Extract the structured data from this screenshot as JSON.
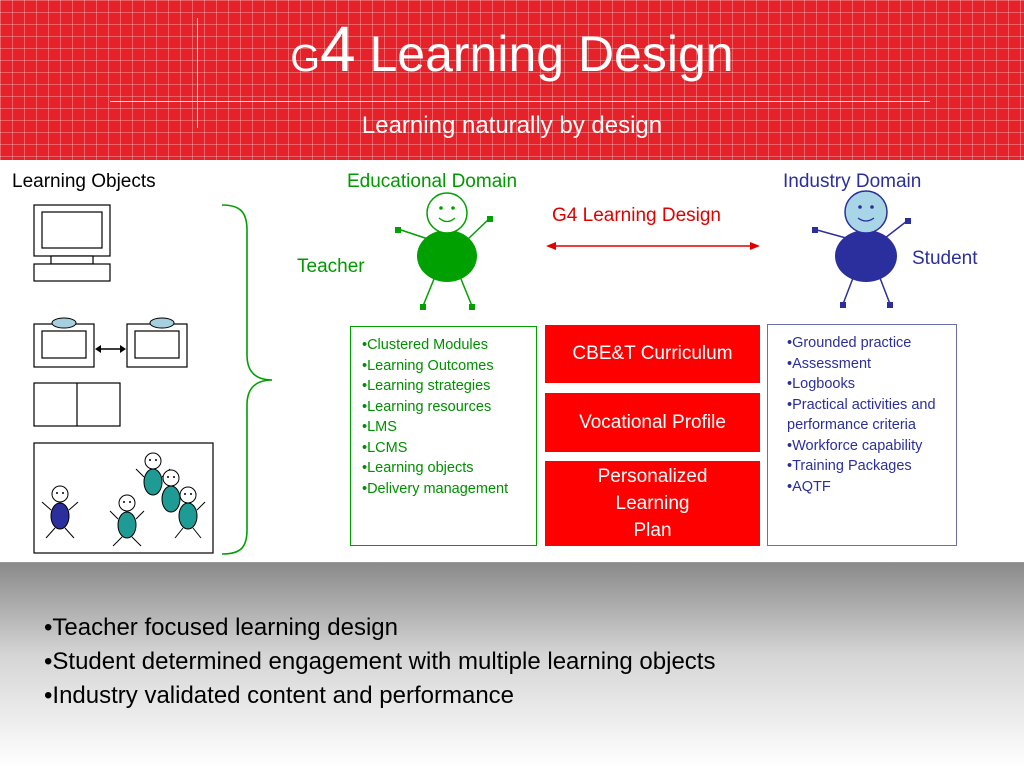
{
  "header": {
    "title_g": "G",
    "title_4": "4",
    "title_rest": " Learning Design",
    "subtitle": "Learning naturally by design"
  },
  "diagram": {
    "learning_objects_label": "Learning Objects",
    "educational_domain_label": "Educational Domain",
    "industry_domain_label": "Industry Domain",
    "g4_label": "G4 Learning Design",
    "teacher_label": "Teacher",
    "student_label": "Student",
    "educational_items": [
      "•Clustered Modules",
      "•Learning Outcomes",
      "•Learning strategies",
      "•Learning resources",
      "•LMS",
      "•LCMS",
      "•Learning objects",
      "•Delivery management"
    ],
    "center_boxes": [
      "CBE&T Curriculum",
      "Vocational Profile",
      "Personalized Learning Plan"
    ],
    "industry_items": [
      "•Grounded practice",
      "•Assessment",
      "•Logbooks",
      "•Practical activities and performance criteria",
      "•Workforce capability",
      "•Training Packages",
      "•AQTF"
    ]
  },
  "bullets": [
    "•Teacher focused learning design",
    "•Student determined engagement with multiple learning objects",
    "•Industry validated content and performance"
  ],
  "colors": {
    "header_red": "#e52229",
    "educational_green": "#009900",
    "industry_blue": "#2b2f9e",
    "box_red": "#ff0000"
  }
}
